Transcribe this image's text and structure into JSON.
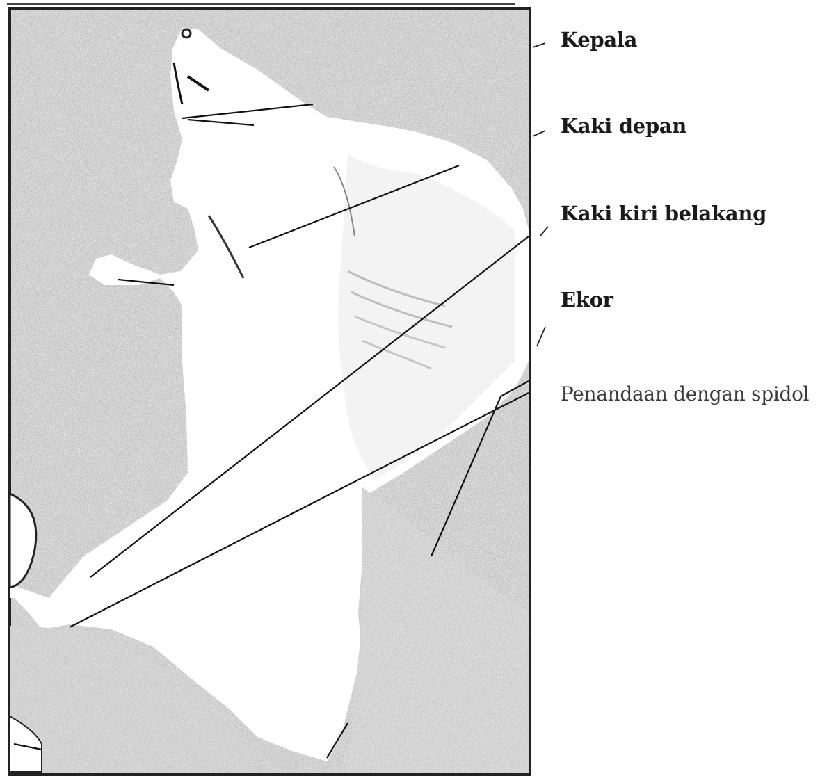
{
  "labels": {
    "kepala": "Kepala",
    "kaki_depan": "Kaki depan",
    "kaki_kiri_belakang": "Kaki kiri belakang",
    "ekor": "Ekor",
    "penandaan": "Penandaan dengan spidol"
  },
  "colors": {
    "ink": "#1a1a1a",
    "photo_background": "#efefef",
    "animal_body": "#ffffff",
    "leader_line": "#111111"
  }
}
